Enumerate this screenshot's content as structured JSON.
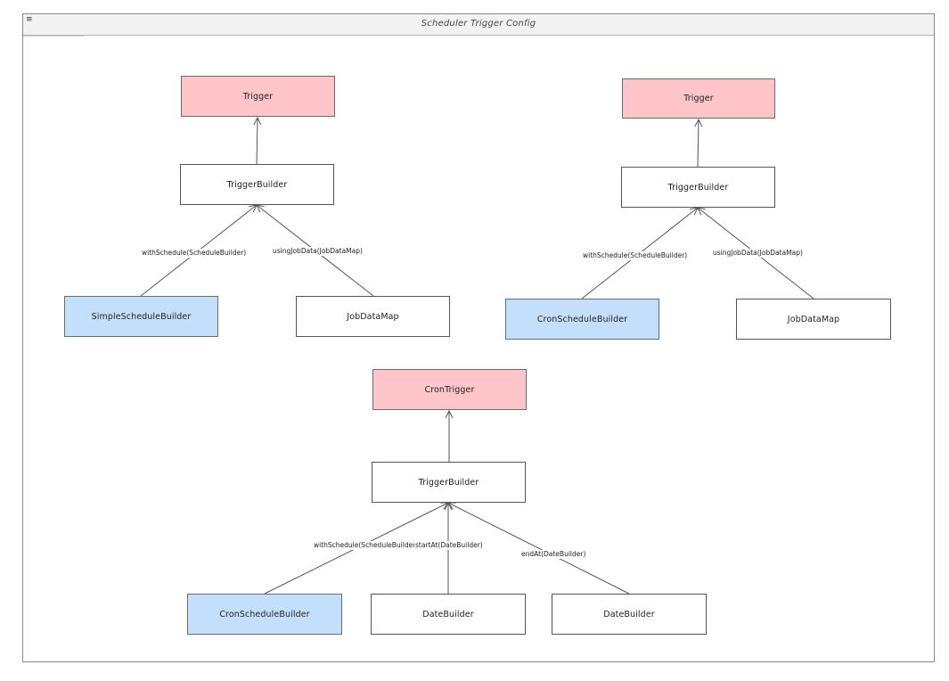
{
  "window": {
    "title": "Scheduler Trigger Config",
    "menu_icon": "menu-icon",
    "menu_glyph": "≡"
  },
  "diagram_1": {
    "root": "Trigger",
    "builder": "TriggerBuilder",
    "left": "SimpleScheduleBuilder",
    "right": "JobDataMap",
    "edge_left": "withSchedule(ScheduleBuilder)",
    "edge_right": "usingJobData(JobDataMap)"
  },
  "diagram_2": {
    "root": "Trigger",
    "builder": "TriggerBuilder",
    "left": "CronScheduleBuilder",
    "right": "JobDataMap",
    "edge_left": "withSchedule(ScheduleBuilder)",
    "edge_right": "usingJobData(JobDataMap)"
  },
  "diagram_3": {
    "root": "CronTrigger",
    "builder": "TriggerBuilder",
    "left": "CronScheduleBuilder",
    "middle": "DateBuilder",
    "right": "DateBuilder",
    "edge_left": "withSchedule(ScheduleBuilder)",
    "edge_middle": "startAt(DateBuilder)",
    "edge_right": "endAt(DateBuilder)"
  },
  "colors": {
    "trigger_fill": "#ffc5c8",
    "schedule_builder_fill": "#c4dffb",
    "default_fill": "#ffffff",
    "edge": "#555555"
  }
}
